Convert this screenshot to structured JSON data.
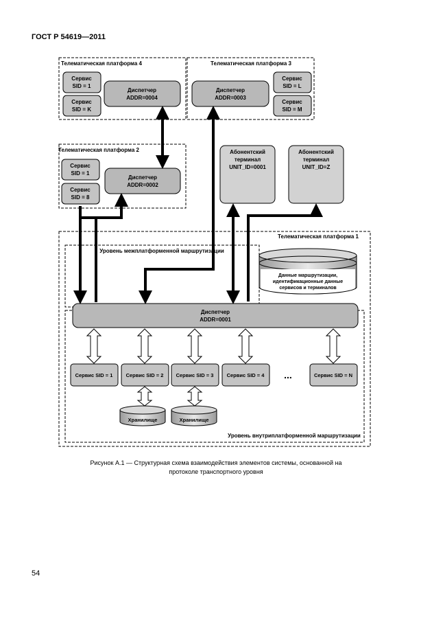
{
  "header": {
    "standard": "ГОСТ Р 54619—2011"
  },
  "page_number": "54",
  "figure": {
    "caption_line1": "Рисунок А.1 — Структурная схема взаимодействия элементов системы, основанной на",
    "caption_line2": "протоколе транспортного уровня"
  },
  "platform4": {
    "title": "Телематическая платформа 4",
    "service1": [
      "Сервис",
      "SID = 1"
    ],
    "service2": [
      "Сервис",
      "SID = K"
    ],
    "dispatcher": [
      "Диспетчер",
      "ADDR=0004"
    ]
  },
  "platform3": {
    "title": "Телематическая платформа 3",
    "dispatcher": [
      "Диспетчер",
      "ADDR=0003"
    ],
    "service1": [
      "Сервис",
      "SID = L"
    ],
    "service2": [
      "Сервис",
      "SID = M"
    ]
  },
  "platform2": {
    "title": "Телематическая платформа 2",
    "service1": [
      "Сервис",
      "SID = 1"
    ],
    "service2": [
      "Сервис",
      "SID = 8"
    ],
    "dispatcher": [
      "Диспетчер",
      "ADDR=0002"
    ]
  },
  "terminal1": [
    "Абонентский",
    "терминал",
    "UNIT_ID=0001"
  ],
  "terminal2": [
    "Абонентский",
    "терминал",
    "UNIT_ID=Z"
  ],
  "platform1": {
    "title": "Телематическая платформа 1",
    "inter_level": "Уровень межплатформенной маршрутизации",
    "intra_level": "Уровень внутриплатформенной маршрутизации",
    "routing_data": [
      "Данные маршрутизации,",
      "идентификационные данные",
      "сервисов и терминалов"
    ],
    "dispatcher": [
      "Диспетчер",
      "ADDR=0001"
    ],
    "services": [
      "Сервис SID = 1",
      "Сервис SID = 2",
      "Сервис SID = 3",
      "Сервис SID = 4",
      "Сервис SID = N"
    ],
    "ellipsis": "...",
    "storage1": "Хранилище",
    "storage2": "Хранилище"
  }
}
